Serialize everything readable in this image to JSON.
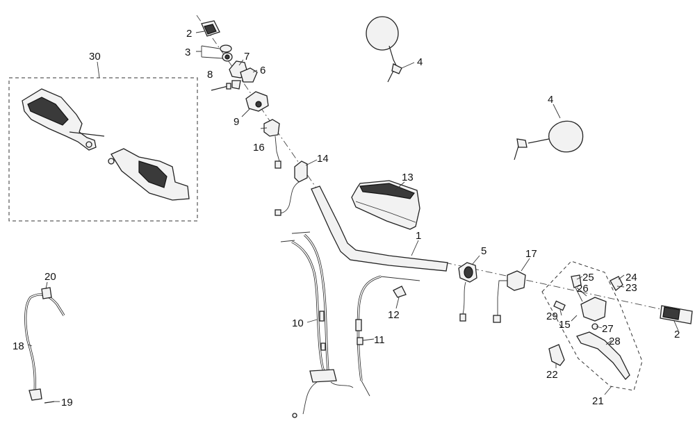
{
  "diagram": {
    "labels": {
      "p1": "1",
      "p2a": "2",
      "p2b": "2",
      "p3": "3",
      "p4a": "4",
      "p4b": "4",
      "p5": "5",
      "p6": "6",
      "p7": "7",
      "p8": "8",
      "p9": "9",
      "p10": "10",
      "p11": "11",
      "p12": "12",
      "p13": "13",
      "p14": "14",
      "p15": "15",
      "p16": "16",
      "p17": "17",
      "p18": "18",
      "p19": "19",
      "p20": "20",
      "p21": "21",
      "p22": "22",
      "p23": "23",
      "p24": "24",
      "p25": "25",
      "p26": "26",
      "p27": "27",
      "p28": "28",
      "p29": "29",
      "p30": "30"
    }
  }
}
